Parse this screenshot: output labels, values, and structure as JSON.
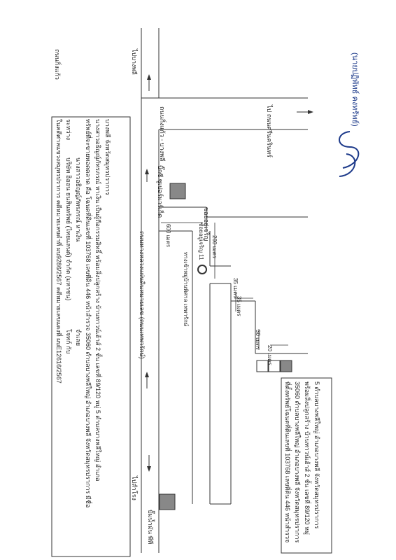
{
  "header": {
    "line1": "ในคดีศาลแขวงสมุทรปราการ  คดีหมายเลขดำที่ ผบ9286/2567  คดีหมายเลขแดงที่ ผบE12616/2567",
    "line2_label": "ระหว่าง",
    "line2_party": "บริษัท อิออน ธนสินทรัพย์ (ไทยแลนด์) จำกัด (มหาชน)",
    "line2_role": "โจทก์  กับ",
    "line3_party": "นางสาวอธิญญ์ภัทรภรณ์ หาเงิน",
    "line3_role": "จำเลย",
    "line4": "ทรัพย์ที่จะขายทอดตลาด คือ โฉนดที่ดินเลขที่ 103768 เลขที่ดิน 446 หน้าสำรวจ 35060 ตำบลบางพลีใหญ่ อำเภอบางพลี จังหวัดสมุทรปราการ  มีชื่อ",
    "line5": "นางสาวอธิญญ์ภัทรภรณ์ หาเงิน เป็นผู้ถือกรรมสิทธิ์ พร้อมสิ่งปลูกสร้าง บ้านทาวน์เฮ้าส์ 2 ชั้น เลขที่ 89/120 หมู่ 5 ตำบลบางพลีใหญ่ อำเภอ",
    "line6": "บางพลี จังหวัดสมุทรปราการ"
  },
  "map": {
    "road_main": "ถนนทางหลวงแผ่นดินหมายเลข   (ถนนเทพารักษ์)",
    "dir_bangphli": "ไปบางพลี",
    "dir_samrong": "ไปสำโรง",
    "soi_road_top": "ถนนกิ่งแก้ว",
    "soi_road_top_2": "ถนนกิ่งแก้ว - บางพลี",
    "soi_road_top_3": "ไป ถนนศรีนครินทร์",
    "landmark_bigc": "บิ๊กซี ซูเปอร์มาร์เก็ต",
    "soi_name": "ซอยอยู่เจริญ",
    "soi_post": "ซอยอยู่เจริญ 11",
    "village": "ทางเข้าหมู่บ้านพิศาล เทพารักษ์",
    "landmark_ptt": "ปั๊มน้ำมัน พีที",
    "dist_600": "600 เมตร",
    "dist_200": "200 เมตร",
    "dist_35a": "35 เมตร",
    "dist_35b": "35 เมตร",
    "dist_30": "30 เมตร",
    "dist_20": "20 เมตร"
  },
  "location_note": {
    "line1": "ที่ตั้งทรัพย์โฉนดที่ดินเลขที่ 103768 เลขที่ดิน  446 หน้าสำรวจ",
    "line2": "35060 ตำบลบางพลีใหญ่ อำเภอบางพลี จังหวัดสมุทรปราการ",
    "line3": "พร้อมสิ่งปลูกสร้าง บ้านทาวน์เฮ้าส์ 2 ชั้น เลขที่ 89/120 หมู่",
    "line4": "5 ตำบลบางพลีใหญ่ อำเภอบางพลี จังหวัดสมุทรปราการ"
  },
  "signature": {
    "name": "(นายปฏิพัทธ์ คงทรัพย์)"
  },
  "colors": {
    "line": "#333333",
    "marker": "#888888"
  }
}
